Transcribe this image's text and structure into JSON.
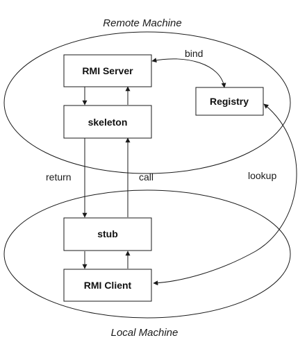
{
  "regions": {
    "remote": "Remote Machine",
    "local": "Local Machine"
  },
  "nodes": {
    "rmi_server": "RMI Server",
    "skeleton": "skeleton",
    "registry": "Registry",
    "stub": "stub",
    "rmi_client": "RMI Client"
  },
  "edges": {
    "bind": "bind",
    "return": "return",
    "call": "call",
    "lookup": "lookup"
  },
  "colors": {
    "stroke": "#1a1a1a",
    "background": "#ffffff"
  }
}
